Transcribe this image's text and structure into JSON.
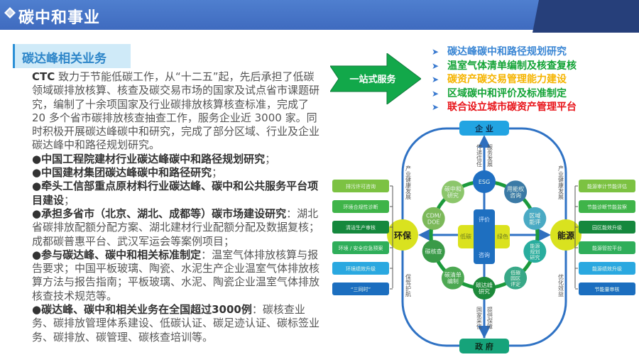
{
  "header": {
    "title": "碳中和事业",
    "icon": "diamond-icon"
  },
  "section": {
    "label": "碳达峰相关业务"
  },
  "paragraph": {
    "brand": "CTC",
    "intro": " 致力于节能低碳工作，从“十二五”起，先后承担了低碳领域碳排放核算、核查及碳交易市场的国家及试点省市课题研究，编制了十余项国家及行业碳排放核算核查标准，完成了 20 多个省市碳排放核查抽查工作，服务企业近 3000 家。同时积极开展碳达峰碳中和研究，完成了部分区域、行业及企业碳达峰中和路径规划研究。",
    "bullets": [
      {
        "bold": "●中国工程院建材行业碳达峰碳中和路径规划研究",
        "rest": "；"
      },
      {
        "bold": "●中国建材集团碳达峰碳中和路径研究",
        "rest": "；"
      },
      {
        "bold": "●牵头工信部重点原材料行业碳达峰、碳中和公共服务平台项目建设",
        "rest": "；"
      },
      {
        "bold": "●承担多省市（北京、湖北、成都等）碳市场建设研究",
        "rest": "：湖北省碳排放配额分配方案、湖北建材行业配额分配及数据复核；成都碳普惠平台、武汉军运会等案例项目；"
      },
      {
        "bold": "●参与碳达峰、碳中和相关标准制定",
        "rest": "：温室气体排放核算与报告要求；中国平板玻璃、陶瓷、水泥生产企业温室气体排放核算方法与报告指南；平板玻璃、水泥、陶瓷企业温室气体排放核查技术规范等。"
      },
      {
        "bold": "●碳达峰、碳中和相关业务在全国超过3000例",
        "rest": "：碳核查业务、碳排放管理体系建设、低碳认证、碳足迹认证、碳标签业务、碳排放、碳管理、碳核查培训等。"
      }
    ]
  },
  "one_stop": {
    "label": "一站式服务",
    "color": "#12a84a"
  },
  "services": [
    {
      "label": "碳达峰碳中和路径规划研究",
      "color": "#3a86d4"
    },
    {
      "label": "温室气体清单编制及核查复核",
      "color": "#13a336"
    },
    {
      "label": "碳资产碳交易管理能力建设",
      "color": "#f5b400"
    },
    {
      "label": "区域碳中和评价及标准制定",
      "color": "#13a336"
    },
    {
      "label": "联合设立城市碳资产管理平台",
      "color": "#e8141a"
    }
  ],
  "diagram": {
    "top": "企 业",
    "bottom": "政 府",
    "left": "环保",
    "right": "能源",
    "top_labels": [
      "传递信任",
      "服务发展"
    ],
    "bottom_labels": [
      "国家采信",
      "提供保障"
    ],
    "left_labels": [
      "产业健康发展",
      "保驾护航"
    ],
    "right_labels": [
      "产业健康发展",
      "优化效益"
    ],
    "center": {
      "top": "评价",
      "bottom": "咨询",
      "left": "低碳",
      "right": "绿色"
    },
    "nodes": [
      {
        "lines": [
          "ESG"
        ],
        "color": "#1f6fc2"
      },
      {
        "lines": [
          "用能权",
          "咨询"
        ],
        "color": "#3b7aa6"
      },
      {
        "lines": [
          "区域",
          "能评"
        ],
        "color": "#4aaac4"
      },
      {
        "lines": [
          "能源",
          "规划",
          "研究"
        ],
        "color": "#29ad9e"
      },
      {
        "lines": [
          "低碳",
          "园区",
          "评定"
        ],
        "color": "#38a887"
      },
      {
        "lines": [
          "碳达峰",
          "研究"
        ],
        "color": "#1d8a3a"
      },
      {
        "lines": [
          "碳清单",
          "编制"
        ],
        "color": "#4ca852"
      },
      {
        "lines": [
          "碳核查"
        ],
        "color": "#3a9a48"
      },
      {
        "lines": [
          "CDM/",
          "DOE"
        ],
        "color": "#7cb95a"
      },
      {
        "lines": [
          "碳中和",
          "研究"
        ],
        "color": "#8cc66b"
      }
    ],
    "left_boxes": [
      {
        "label": "排污许可咨询",
        "color": "#7cc242"
      },
      {
        "label": "环境合规性诊断",
        "color": "#3fb449"
      },
      {
        "label": "清洁生产审核",
        "color": "#15883d"
      },
      {
        "label": "环境 / 安全应急预案",
        "color": "#2fae5a"
      },
      {
        "label": "环境绩效升级",
        "color": "#2aa8e0"
      },
      {
        "label": "“三同时”",
        "color": "#1b6ebf"
      }
    ],
    "right_boxes": [
      {
        "label": "能源审计节能评估",
        "color": "#7cc242"
      },
      {
        "label": "节能诊断节能监察",
        "color": "#3fb449"
      },
      {
        "label": "园区能效升级",
        "color": "#15883d"
      },
      {
        "label": "能源管控平台",
        "color": "#2fae5a"
      },
      {
        "label": "能源绩效升级",
        "color": "#2aa8e0"
      },
      {
        "label": "节能量审核",
        "color": "#1b6ebf"
      }
    ]
  }
}
